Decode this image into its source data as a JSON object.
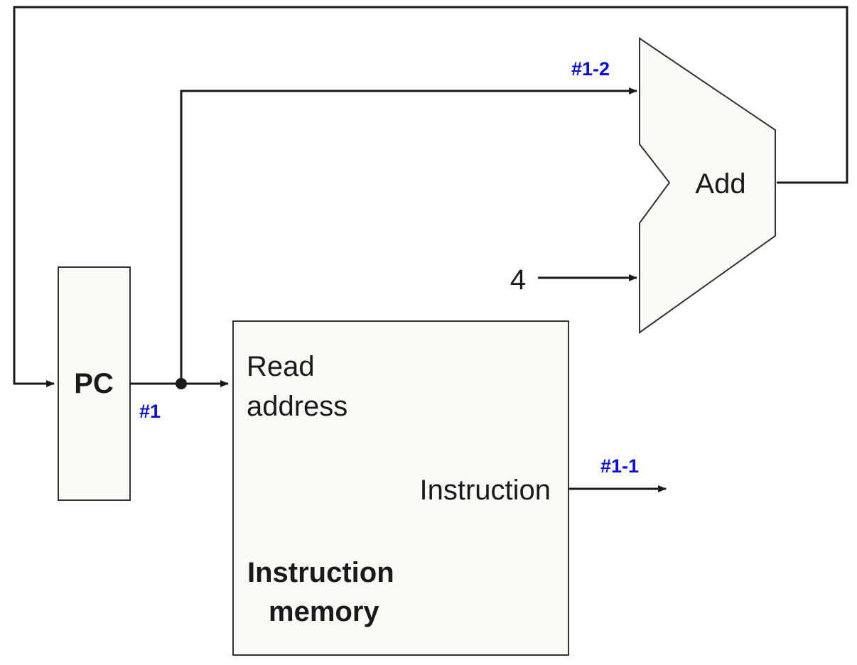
{
  "colors": {
    "line": "#1a1a1a",
    "box_fill": "#fbfaf7",
    "annotation": "#0a10d8"
  },
  "blocks": {
    "pc": {
      "label": "PC"
    },
    "instruction_memory": {
      "input_label_line1": "Read",
      "input_label_line2": "address",
      "output_label": "Instruction",
      "name_line1": "Instruction",
      "name_line2": "memory"
    },
    "adder": {
      "label": "Add",
      "constant_input": "4"
    }
  },
  "annotations": {
    "pc_output": "#1",
    "instruction_output": "#1-1",
    "adder_input": "#1-2"
  }
}
